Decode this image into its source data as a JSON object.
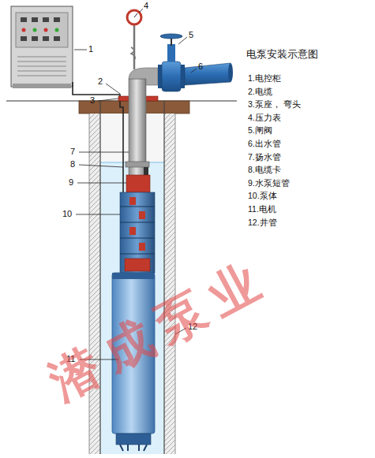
{
  "diagram": {
    "title": "电泵安装示意图",
    "labels": [
      "1",
      "2",
      "3",
      "4",
      "5",
      "6",
      "7",
      "8",
      "9",
      "10",
      "11",
      "12",
      "1.电控柜",
      "2.电缆",
      "3.泵座， 弯头",
      "4.压力表",
      "5.闸阀",
      "6.出水管",
      "7.扬水管",
      "8.电缆卡",
      "9.水泵短管",
      "10.泵体",
      "11.电机",
      "12.井管",
      "潜成泵业"
    ]
  }
}
